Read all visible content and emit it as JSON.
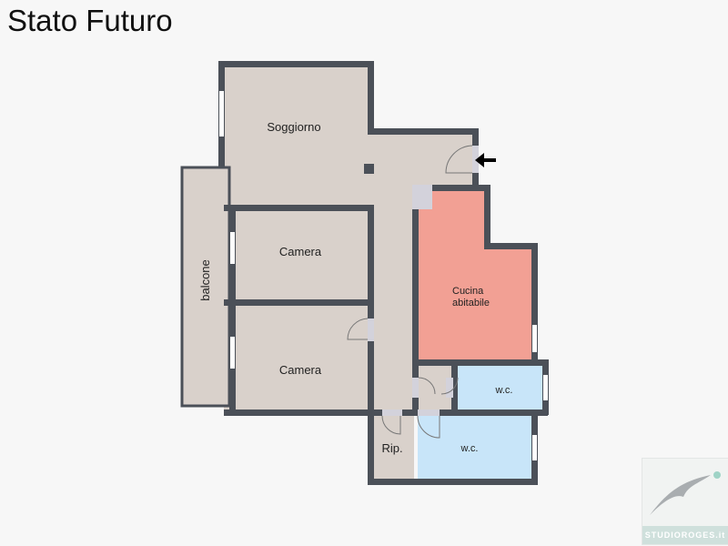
{
  "title": "Stato Futuro",
  "rooms": {
    "soggiorno": "Soggiorno",
    "camera1": "Camera",
    "camera2": "Camera",
    "balcone": "balcone",
    "cucina_line1": "Cucina",
    "cucina_line2": "abitabile",
    "wc1": "w.c.",
    "wc2": "w.c.",
    "rip": "Rip."
  },
  "colors": {
    "wall": "#4b5058",
    "floor": "#d9d1cb",
    "cucina": "#f2a094",
    "wc": "#c8e5f9"
  },
  "logo": {
    "text": "STUDIOROGES.it"
  }
}
